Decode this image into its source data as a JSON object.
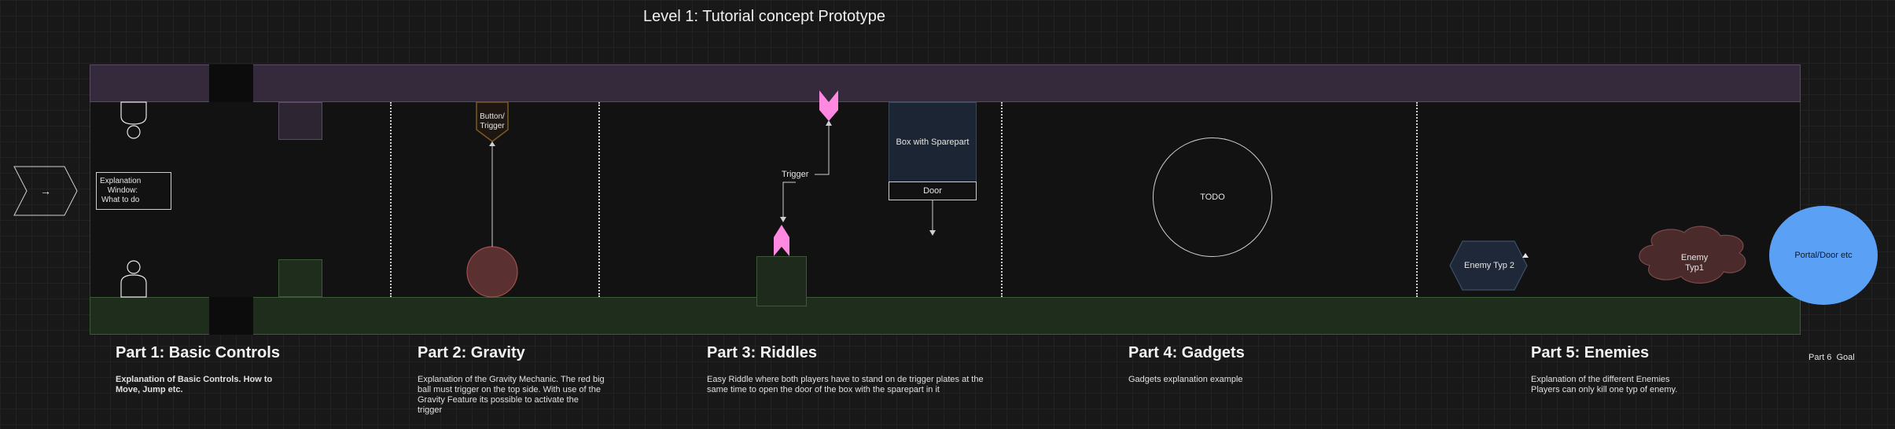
{
  "title": "Level 1: Tutorial concept Prototype",
  "diagram": {
    "explanation_window": "Explanation\n  Window:\nWhat to do",
    "button_trigger": "Button/\nTrigger",
    "trigger": "Trigger",
    "box_with_sparepart": "Box with Sparepart",
    "door": "Door",
    "todo": "TODO",
    "enemy_typ2": "Enemy Typ 2",
    "enemy_typ1": "Enemy\nTyp1",
    "portal": "Portal/Door etc",
    "start_arrow": "→"
  },
  "colors": {
    "ceiling": "#352a3c",
    "floor": "#1f2d1d",
    "pink_spike": "#ff88e0",
    "ball": "#5a3030",
    "portal": "#5aa0f5",
    "enemy_typ2": "#1e2838",
    "enemy_typ1": "#4a2a2a"
  },
  "sections": [
    {
      "title": "Part 1: Basic Controls",
      "desc": "Explanation of Basic Controls. How to Move, Jump etc."
    },
    {
      "title": "Part 2: Gravity",
      "desc": "Explanation of the Gravity Mechanic. The red big ball must trigger on the top side. With use of the Gravity Feature its possible to activate the trigger"
    },
    {
      "title": "Part 3: Riddles",
      "desc": "Easy Riddle where both players have to stand on de trigger plates at the same time to open the door of the box with the sparepart in it"
    },
    {
      "title": "Part 4: Gadgets",
      "desc": "Gadgets explanation example"
    },
    {
      "title": "Part 5: Enemies",
      "desc": "Explanation of the different Enemies\nPlayers can only kill one typ of enemy."
    },
    {
      "title": "Part 6  Goal"
    }
  ]
}
